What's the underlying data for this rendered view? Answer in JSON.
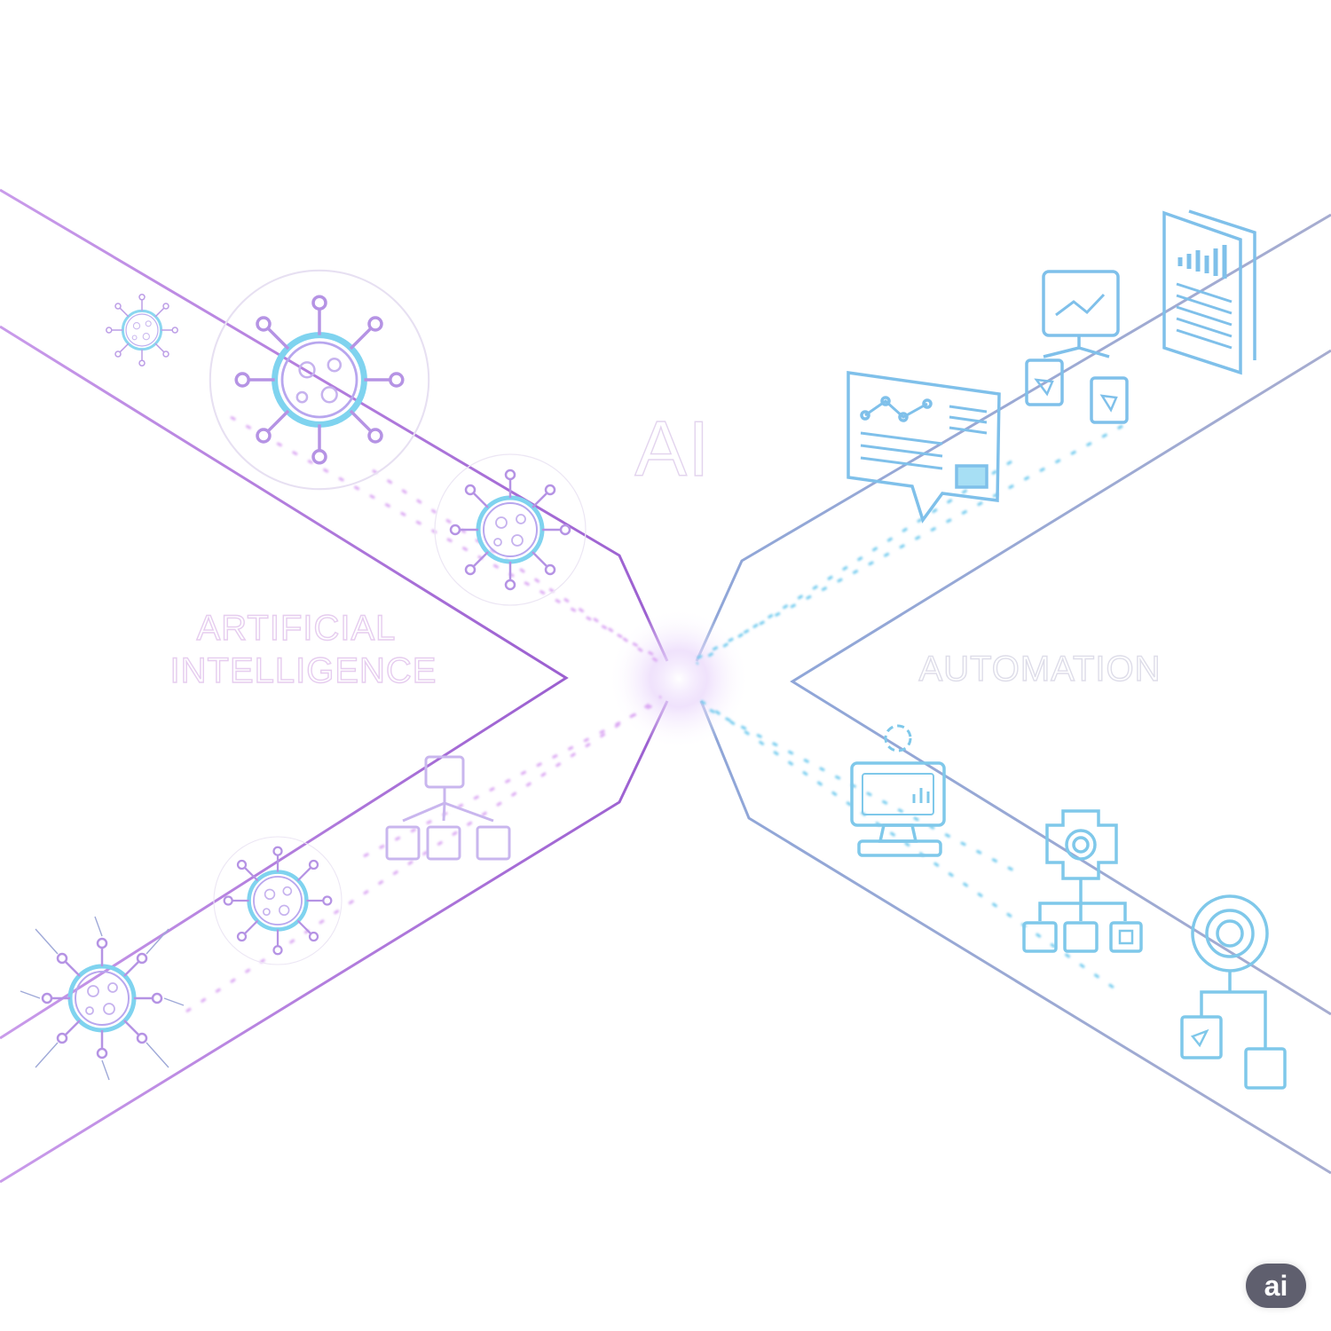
{
  "texts": {
    "center_title": "AI",
    "left_line1": "ARTIFICIAL",
    "left_line2": "INTELLIGENCE",
    "right_label": "AUTOMATION",
    "badge": "ai"
  },
  "colors": {
    "purple": "#b07ad8",
    "light_purple": "#d9b8f0",
    "cyan": "#6ec7e8",
    "blue": "#7aa8e0",
    "slate": "#9aa2c8",
    "badge_bg": "#5f5f6e"
  },
  "icons": [
    "virus-icon",
    "network-icon",
    "dashboard-icon",
    "document-chart-icon",
    "flowchart-icon",
    "gear-icon",
    "monitor-icon",
    "target-icon"
  ]
}
